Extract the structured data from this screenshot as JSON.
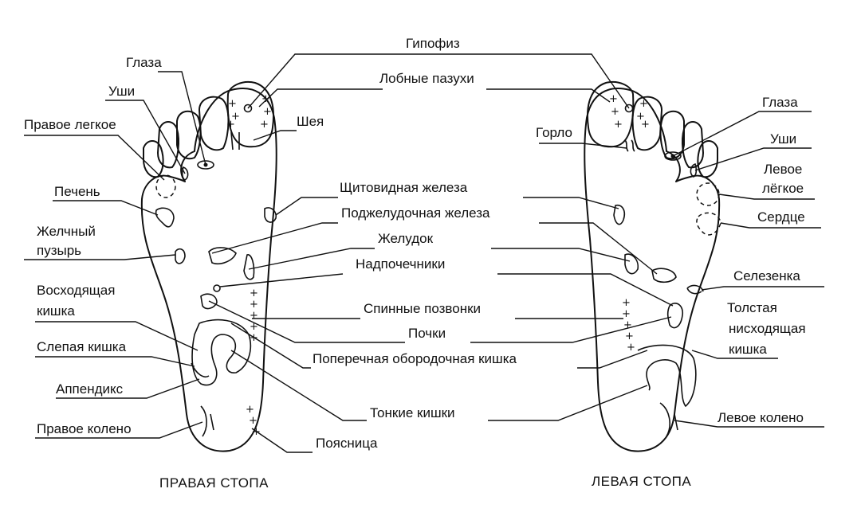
{
  "captions": {
    "right_foot": "ПРАВАЯ СТОПА",
    "left_foot": "ЛЕВАЯ СТОПА"
  },
  "labels": {
    "hypophysis": "Гипофиз",
    "frontal_sinuses": "Лобные пазухи",
    "eyes_right": "Глаза",
    "ears_right": "Уши",
    "right_lung": "Правое легкое",
    "neck": "Шея",
    "throat": "Горло",
    "eyes_left": "Глаза",
    "ears_left": "Уши",
    "left_lung_1": "Левое",
    "left_lung_2": "лёгкое",
    "heart": "Сердце",
    "liver": "Печень",
    "thyroid": "Щитовидная железа",
    "pancreas": "Поджелудочная железа",
    "gallbladder_1": "Желчный",
    "gallbladder_2": "пузырь",
    "stomach": "Желудок",
    "adrenals": "Надпочечники",
    "spleen": "Селезенка",
    "ascending_colon_1": "Восходящая",
    "ascending_colon_2": "кишка",
    "spine": "Спинные позвонки",
    "descending_colon_1": "Толстая",
    "descending_colon_2": "нисходящая",
    "descending_colon_3": "кишка",
    "kidneys": "Почки",
    "cecum": "Слепая кишка",
    "transverse_colon": "Поперечная обородочная кишка",
    "appendix": "Аппендикс",
    "small_intestine": "Тонкие кишки",
    "right_knee": "Правое колено",
    "left_knee": "Левое колено",
    "lumbar": "Поясница"
  }
}
